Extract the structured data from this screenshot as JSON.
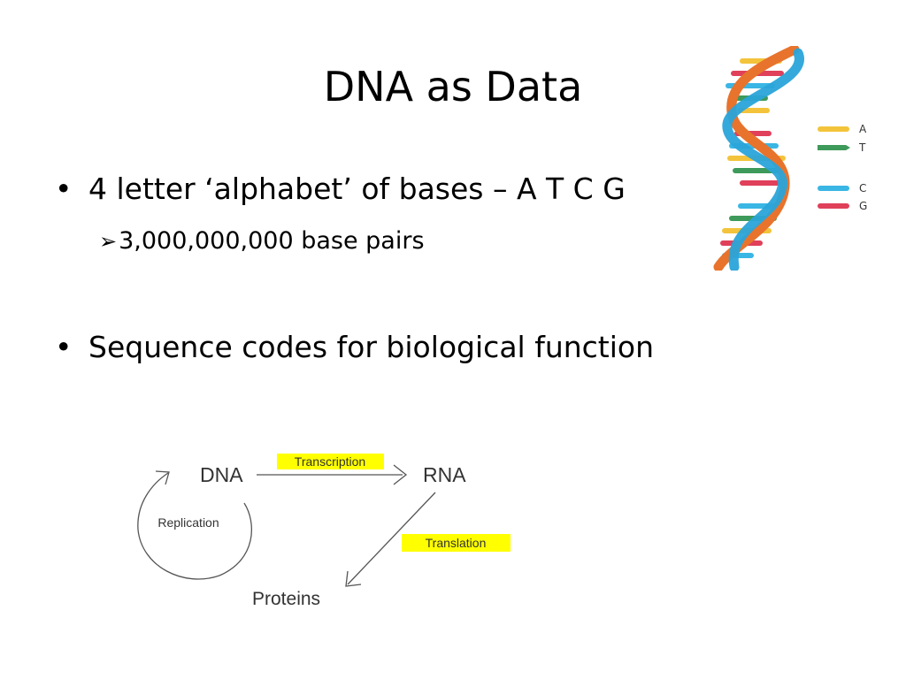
{
  "slide": {
    "title": "DNA as Data",
    "bullets": [
      {
        "marker": "•",
        "text": "4 letter ‘alphabet’  of bases – A T C G"
      },
      {
        "marker": "•",
        "text": "Sequence codes for biological function"
      }
    ],
    "sub_bullet": {
      "marker": "➢",
      "text": "3,000,000,000 base pairs"
    }
  },
  "helix_legend": {
    "items": [
      {
        "letter": "A",
        "color": "#f3c43b"
      },
      {
        "letter": "T",
        "color": "#3d9a5a"
      },
      {
        "letter": "C",
        "color": "#3ab6e4"
      },
      {
        "letter": "G",
        "color": "#e0405a"
      }
    ]
  },
  "central_dogma": {
    "dna": "DNA",
    "rna": "RNA",
    "proteins": "Proteins",
    "transcription": "Transcription",
    "translation": "Translation",
    "replication": "Replication",
    "highlight_color": "#ffff00"
  }
}
